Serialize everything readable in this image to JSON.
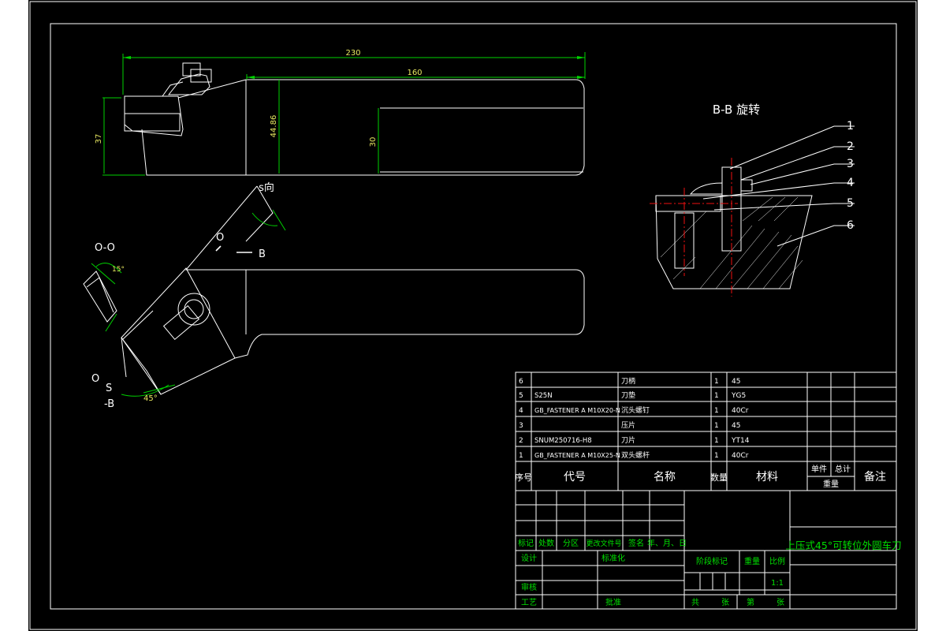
{
  "dims": {
    "overall": "230",
    "shank": "160",
    "height": "37",
    "h2": "44.86",
    "h3": "30"
  },
  "section": {
    "title": "B-B 旋转",
    "balloons": [
      "1",
      "2",
      "3",
      "4",
      "5",
      "6"
    ]
  },
  "view_labels": {
    "s_dir": "s向",
    "o_mark": "O",
    "b_mark": "B",
    "oo": "O-O",
    "angle15": "15°",
    "o_low": "O",
    "s_low": "S",
    "b_low": "-B",
    "angle45": "45°"
  },
  "bom": {
    "rows": [
      {
        "no": "6",
        "code": "",
        "name": "刀柄",
        "qty": "1",
        "material": "45"
      },
      {
        "no": "5",
        "code": "S25N",
        "name": "刀垫",
        "qty": "1",
        "material": "YG5"
      },
      {
        "no": "4",
        "code": "GB_FASTENER A M10X20-N",
        "name": "沉头螺钉",
        "qty": "1",
        "material": "40Cr"
      },
      {
        "no": "3",
        "code": "",
        "name": "压片",
        "qty": "1",
        "material": "45"
      },
      {
        "no": "2",
        "code": "SNUM250716-H8",
        "name": "刀片",
        "qty": "1",
        "material": "YT14"
      },
      {
        "no": "1",
        "code": "GB_FASTENER A M10X25-N",
        "name": "双头螺杆",
        "qty": "1",
        "material": "40Cr"
      }
    ],
    "headers": {
      "no": "序号",
      "code": "代号",
      "name": "名称",
      "qty": "数量",
      "material": "材料",
      "unit": "单件",
      "total": "总计",
      "weight": "重量",
      "remark": "备注"
    }
  },
  "title_block": {
    "row_labels": [
      "标记",
      "处数",
      "分区",
      "更改文件号",
      "签名",
      "年、月、日"
    ],
    "design": "设计",
    "standard": "标准化",
    "review": "审核",
    "process": "工艺",
    "approve": "批准",
    "stage": "阶段标记",
    "weight": "重量",
    "scale": "比例",
    "scale_value": "1:1",
    "sheet_row": [
      "共",
      "张",
      "第",
      "张"
    ],
    "drawing_title": "上压式45°可转位外圆车刀"
  }
}
